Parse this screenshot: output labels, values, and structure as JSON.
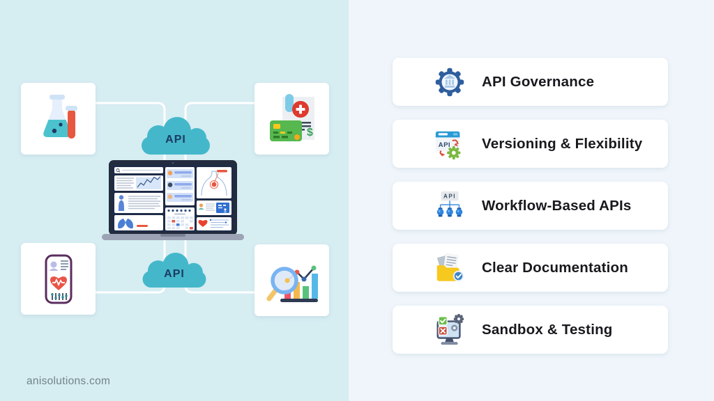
{
  "meta": {
    "footer_text": "anisolutions.com"
  },
  "colors": {
    "left_bg": "#d6edf2",
    "right_bg": "#eff5fa",
    "cloud_teal": "#44b8ca",
    "cloud_text_navy": "#1d3a63",
    "card_bg": "#ffffff",
    "heading_text": "#17191d",
    "footer_text": "#6f8489",
    "accent_red": "#e8573f",
    "accent_green": "#56b84e",
    "accent_blue": "#2e5e9e",
    "accent_yellow": "#f7c81e"
  },
  "left_scene": {
    "cloud_top": {
      "label": "API"
    },
    "cloud_bottom": {
      "label": "API"
    },
    "corner_cards": [
      {
        "name": "lab-research"
      },
      {
        "name": "medical-billing"
      },
      {
        "name": "mobile-health"
      },
      {
        "name": "health-analytics"
      }
    ],
    "laptop": {
      "content": "healthcare-dashboard"
    }
  },
  "features": [
    {
      "label": "API Governance"
    },
    {
      "label": "Versioning & Flexibility"
    },
    {
      "label": "Workflow-Based APIs"
    },
    {
      "label": "Clear Documentation"
    },
    {
      "label": "Sandbox & Testing"
    }
  ],
  "icon_labels": {
    "versioning_api": "API",
    "workflow_api": "API"
  }
}
